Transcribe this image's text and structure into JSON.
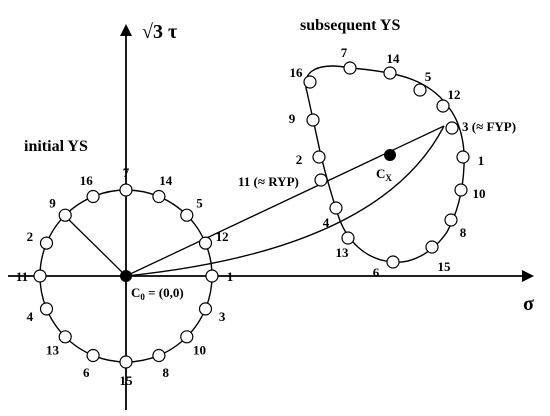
{
  "axes": {
    "y_label": "√3 τ",
    "x_label": "σ"
  },
  "initial": {
    "title": "initial YS",
    "center_label": "C",
    "center_sub": "0",
    "center_suffix": " = (0,0)",
    "points": [
      "1",
      "12",
      "5",
      "14",
      "7",
      "16",
      "9",
      "2",
      "11",
      "4",
      "13",
      "6",
      "15",
      "8",
      "10",
      "3"
    ]
  },
  "subsequent": {
    "title": "subsequent YS",
    "center_label": "C",
    "center_sub": "X",
    "label_fyp": "3 (≈ FYP)",
    "label_ryp": "11 (≈ RYP)",
    "points": [
      "7",
      "14",
      "5",
      "12",
      "16",
      "9",
      "2",
      "1",
      "10",
      "8",
      "4",
      "13",
      "15",
      "6"
    ]
  }
}
